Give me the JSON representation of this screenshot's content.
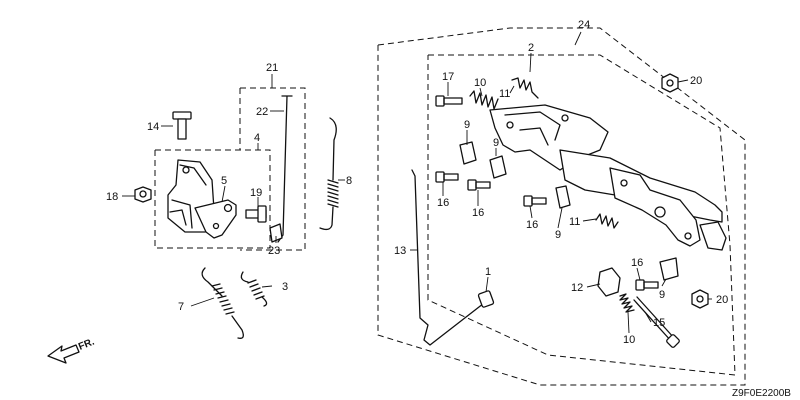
{
  "diagram": {
    "drawing_code": "Z9F0E2200B",
    "direction_label": "FR.",
    "callouts": {
      "c1": "1",
      "c2": "2",
      "c3": "3",
      "c4": "4",
      "c5": "5",
      "c7": "7",
      "c8": "8",
      "c9a": "9",
      "c9b": "9",
      "c9c": "9",
      "c9d": "9",
      "c10a": "10",
      "c10b": "10",
      "c11a": "11",
      "c11b": "11",
      "c12": "12",
      "c13": "13",
      "c14": "14",
      "c15": "15",
      "c16a": "16",
      "c16b": "16",
      "c16c": "16",
      "c16d": "16",
      "c17": "17",
      "c18": "18",
      "c19": "19",
      "c20a": "20",
      "c20b": "20",
      "c21": "21",
      "c22": "22",
      "c23": "23",
      "c24": "24"
    }
  }
}
